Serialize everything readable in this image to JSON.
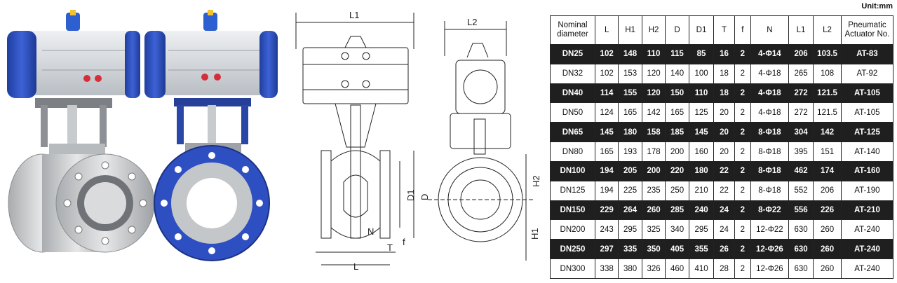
{
  "unit_label": "Unit:mm",
  "drawing_labels": {
    "L1": "L1",
    "L2": "L2",
    "L": "L",
    "D1": "D1",
    "D": "D",
    "H1": "H1",
    "H2": "H2",
    "N": "N",
    "T": "T",
    "f": "f"
  },
  "table": {
    "headers": [
      "Nominal diameter",
      "L",
      "H1",
      "H2",
      "D",
      "D1",
      "T",
      "f",
      "N",
      "L1",
      "L2",
      "Pneumatic Actuator No."
    ],
    "rows": [
      [
        "DN25",
        "102",
        "148",
        "110",
        "115",
        "85",
        "16",
        "2",
        "4-Φ14",
        "206",
        "103.5",
        "AT-83"
      ],
      [
        "DN32",
        "102",
        "153",
        "120",
        "140",
        "100",
        "18",
        "2",
        "4-Φ18",
        "265",
        "108",
        "AT-92"
      ],
      [
        "DN40",
        "114",
        "155",
        "120",
        "150",
        "110",
        "18",
        "2",
        "4-Φ18",
        "272",
        "121.5",
        "AT-105"
      ],
      [
        "DN50",
        "124",
        "165",
        "142",
        "165",
        "125",
        "20",
        "2",
        "4-Φ18",
        "272",
        "121.5",
        "AT-105"
      ],
      [
        "DN65",
        "145",
        "180",
        "158",
        "185",
        "145",
        "20",
        "2",
        "8-Φ18",
        "304",
        "142",
        "AT-125"
      ],
      [
        "DN80",
        "165",
        "193",
        "178",
        "200",
        "160",
        "20",
        "2",
        "8-Φ18",
        "395",
        "151",
        "AT-140"
      ],
      [
        "DN100",
        "194",
        "205",
        "200",
        "220",
        "180",
        "22",
        "2",
        "8-Φ18",
        "462",
        "174",
        "AT-160"
      ],
      [
        "DN125",
        "194",
        "225",
        "235",
        "250",
        "210",
        "22",
        "2",
        "8-Φ18",
        "552",
        "206",
        "AT-190"
      ],
      [
        "DN150",
        "229",
        "264",
        "260",
        "285",
        "240",
        "24",
        "2",
        "8-Φ22",
        "556",
        "226",
        "AT-210"
      ],
      [
        "DN200",
        "243",
        "295",
        "325",
        "340",
        "295",
        "24",
        "2",
        "12-Φ22",
        "630",
        "260",
        "AT-240"
      ],
      [
        "DN250",
        "297",
        "335",
        "350",
        "405",
        "355",
        "26",
        "2",
        "12-Φ26",
        "630",
        "260",
        "AT-240"
      ],
      [
        "DN300",
        "338",
        "380",
        "326",
        "460",
        "410",
        "28",
        "2",
        "12-Φ26",
        "630",
        "260",
        "AT-240"
      ]
    ]
  }
}
